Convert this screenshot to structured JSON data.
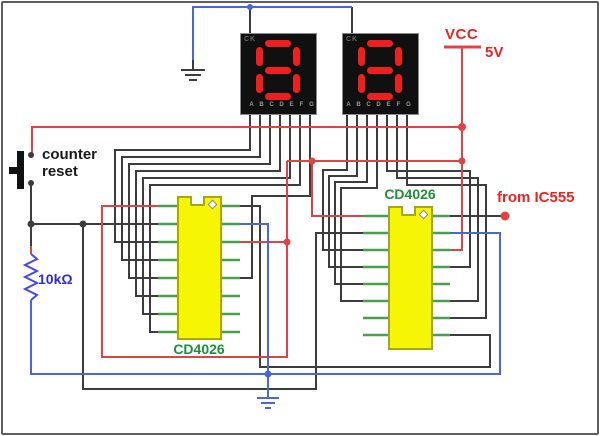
{
  "displays": {
    "display1": {
      "clock_label": "CK",
      "digit": "8",
      "pin_labels": [
        "A",
        "B",
        "C",
        "D",
        "E",
        "F",
        "G"
      ]
    },
    "display2": {
      "clock_label": "CK",
      "digit": "8",
      "pin_labels": [
        "A",
        "B",
        "C",
        "D",
        "E",
        "F",
        "G"
      ]
    }
  },
  "ics": {
    "left": {
      "label": "CD4026"
    },
    "right": {
      "label": "CD4026"
    }
  },
  "power": {
    "vcc_label": "VCC",
    "voltage": "5V"
  },
  "annotations": {
    "reset_line1": "counter",
    "reset_line2": "reset",
    "resistor_value": "10kΩ",
    "clock_source": "from IC555"
  },
  "colors": {
    "wire_black": "#3c3c3c",
    "wire_red": "#e04343",
    "wire_blue": "#4a66d8",
    "pin_green": "#48a04c",
    "ic_yellow": "#f6f604",
    "ic_border": "#a8a800",
    "label_green": "#1d9038",
    "text_red": "#e82525",
    "text_blue": "#2c2cd8",
    "resistor_blue": "#4747e8",
    "display_bg": "#101010",
    "display_border": "#8a8a8a",
    "digit_red": "#ee1f1f",
    "pin_text": "#9a9a9a",
    "ck_text": "#6a6a6a",
    "frame_gray": "#5f5f5f",
    "button_black": "#111111"
  }
}
